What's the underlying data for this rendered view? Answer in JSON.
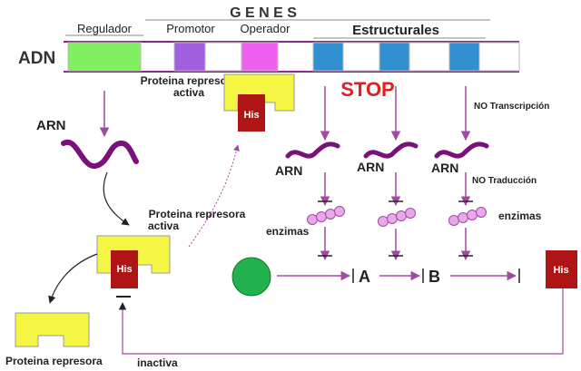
{
  "header": {
    "genes": "G E N E S",
    "regulador": "Regulador",
    "promotor": "Promotor",
    "operador": "Operador",
    "estructurales": "Estructurales"
  },
  "dna_label": "ADN",
  "arn_label": "ARN",
  "stop": "STOP",
  "no_transcripcion": "NO Transcripción",
  "no_traduccion": "NO Traducción",
  "enzimas": "enzimas",
  "proteina_activa_top": [
    "Proteina represora",
    "activa"
  ],
  "proteina_activa_mid": [
    "Proteina represora",
    "activa"
  ],
  "proteina_represora": "Proteina represora",
  "inactiva": "inactiva",
  "his": "His",
  "metabolite_a": "A",
  "metabolite_b": "B",
  "colors": {
    "regulador": "#80f060",
    "promotor": "#a060e0",
    "operador": "#f060f0",
    "estructural": "#3090d0",
    "dna_line": "#8a2b8a",
    "arrow": "#a04aa0",
    "arn": "#7a107a",
    "enzyme": "#e9a8e9",
    "protein": "#f5f543",
    "his": "#b01515",
    "stop": "#e02020",
    "substrate": "#22b14c"
  }
}
